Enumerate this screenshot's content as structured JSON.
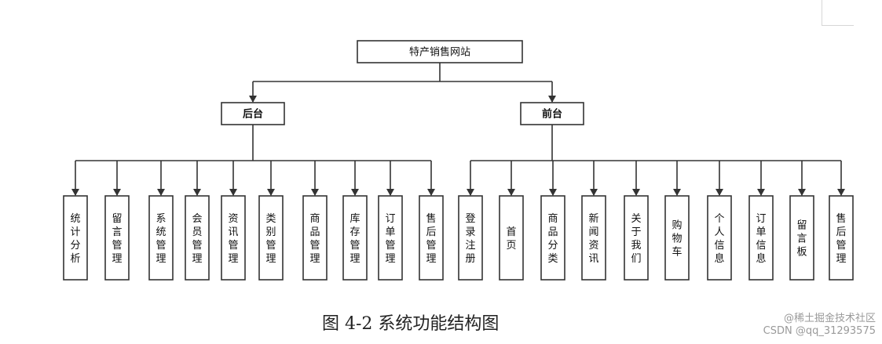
{
  "root": {
    "label": "特产销售网站"
  },
  "groups": [
    {
      "label": "后台",
      "children": [
        "统计分析",
        "留言管理",
        "系统管理",
        "会员管理",
        "资讯管理",
        "类别管理",
        "商品管理",
        "库存管理",
        "订单管理",
        "售后管理"
      ]
    },
    {
      "label": "前台",
      "children": [
        "登录注册",
        "首页",
        "商品分类",
        "新闻资讯",
        "关于我们",
        "购物车",
        "个人信息",
        "订单信息",
        "留言板",
        "售后管理"
      ]
    }
  ],
  "caption": "图 4-2 系统功能结构图",
  "watermark": {
    "line1": "@稀土掘金技术社区",
    "line2": "CSDN @qq_31293575"
  }
}
